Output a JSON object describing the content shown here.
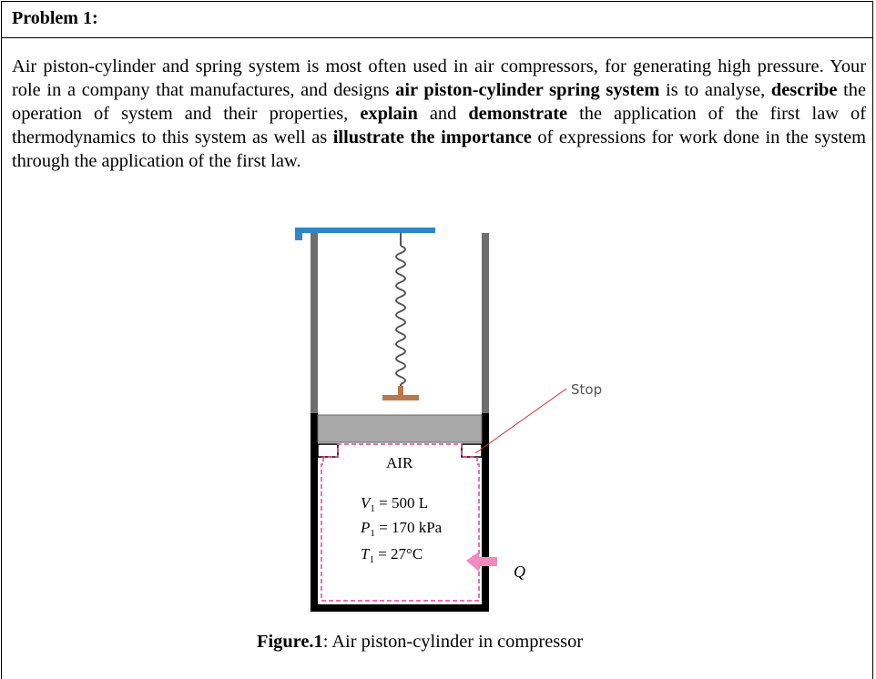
{
  "problem": {
    "title": "Problem 1:"
  },
  "paragraph": {
    "p1": "Air piston-cylinder and spring system is most often used in air compressors, for generating high pressure. Your role in a company that manufactures, and designs ",
    "b1": "air piston-cylinder spring system",
    "p2": " is to analyse, ",
    "b2": "describe",
    "p3": " the operation of system and their properties, ",
    "b3": "explain",
    "p4": " and ",
    "b4": "demonstrate",
    "p5": " the application of the first law of thermodynamics to this system as well as ",
    "b5": "illustrate the importance",
    "p6": " of expressions for work done in the system through the application of the first law."
  },
  "figure": {
    "stop_label": "Stop",
    "air_label": "AIR",
    "v1_var": "V",
    "v1_sub": "1",
    "v1_val": " = 500 L",
    "p1_var": "P",
    "p1_sub": "1",
    "p1_val": " = 170 kPa",
    "t1_var": "T",
    "t1_sub": "1",
    "t1_val": " = 27°C",
    "q_label": "Q",
    "colors": {
      "plate": "#2f86c6",
      "wall": "#6e6e6e",
      "wall_dark": "#000000",
      "piston": "#a9a9a9",
      "spring_base": "#b87a4b",
      "boundary": "#e83e9c",
      "stop_line": "#e02424",
      "heat_arrow": "#f08ac0"
    },
    "caption_bold": "Figure.1",
    "caption_rest": ": Air piston-cylinder in compressor"
  }
}
